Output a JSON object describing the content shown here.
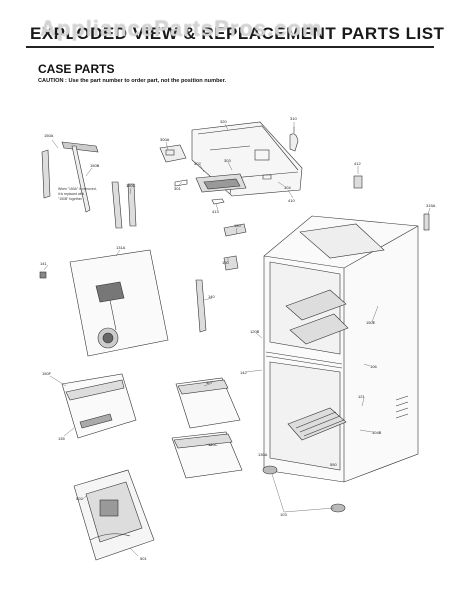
{
  "header": {
    "title": "EXPLODED VIEW & REPLACEMENT PARTS LIST",
    "watermark": "AppliancePartsPros.com"
  },
  "section": {
    "title": "CASE PARTS",
    "caution": "CAUTION : Use the part number to order part, not the position number."
  },
  "note": {
    "line1": "When \"150A\" is removed,",
    "line2": "it is replaced with",
    "line3": "\"150B\" together."
  },
  "labels": {
    "l150a": "150A",
    "l150b": "150B",
    "l150c": "150C",
    "l320": "320",
    "l300a": "300A",
    "l310": "310",
    "l301": "301",
    "l302": "302",
    "l303": "303",
    "l304": "304",
    "l410": "410",
    "l413": "413",
    "l412": "412",
    "l315a": "315A",
    "l120": "120",
    "l130": "130",
    "l131a": "131A",
    "l141": "141",
    "l140": "140",
    "l150e": "150E",
    "l120b": "120B",
    "l142": "142",
    "l106": "106",
    "l107": "107",
    "l150f": "150F",
    "l121": "121",
    "l304b": "304B",
    "l120c": "120C",
    "l135": "135",
    "l103": "103",
    "l501": "501",
    "l502": "502",
    "l550": "550",
    "l130a": "130A"
  }
}
